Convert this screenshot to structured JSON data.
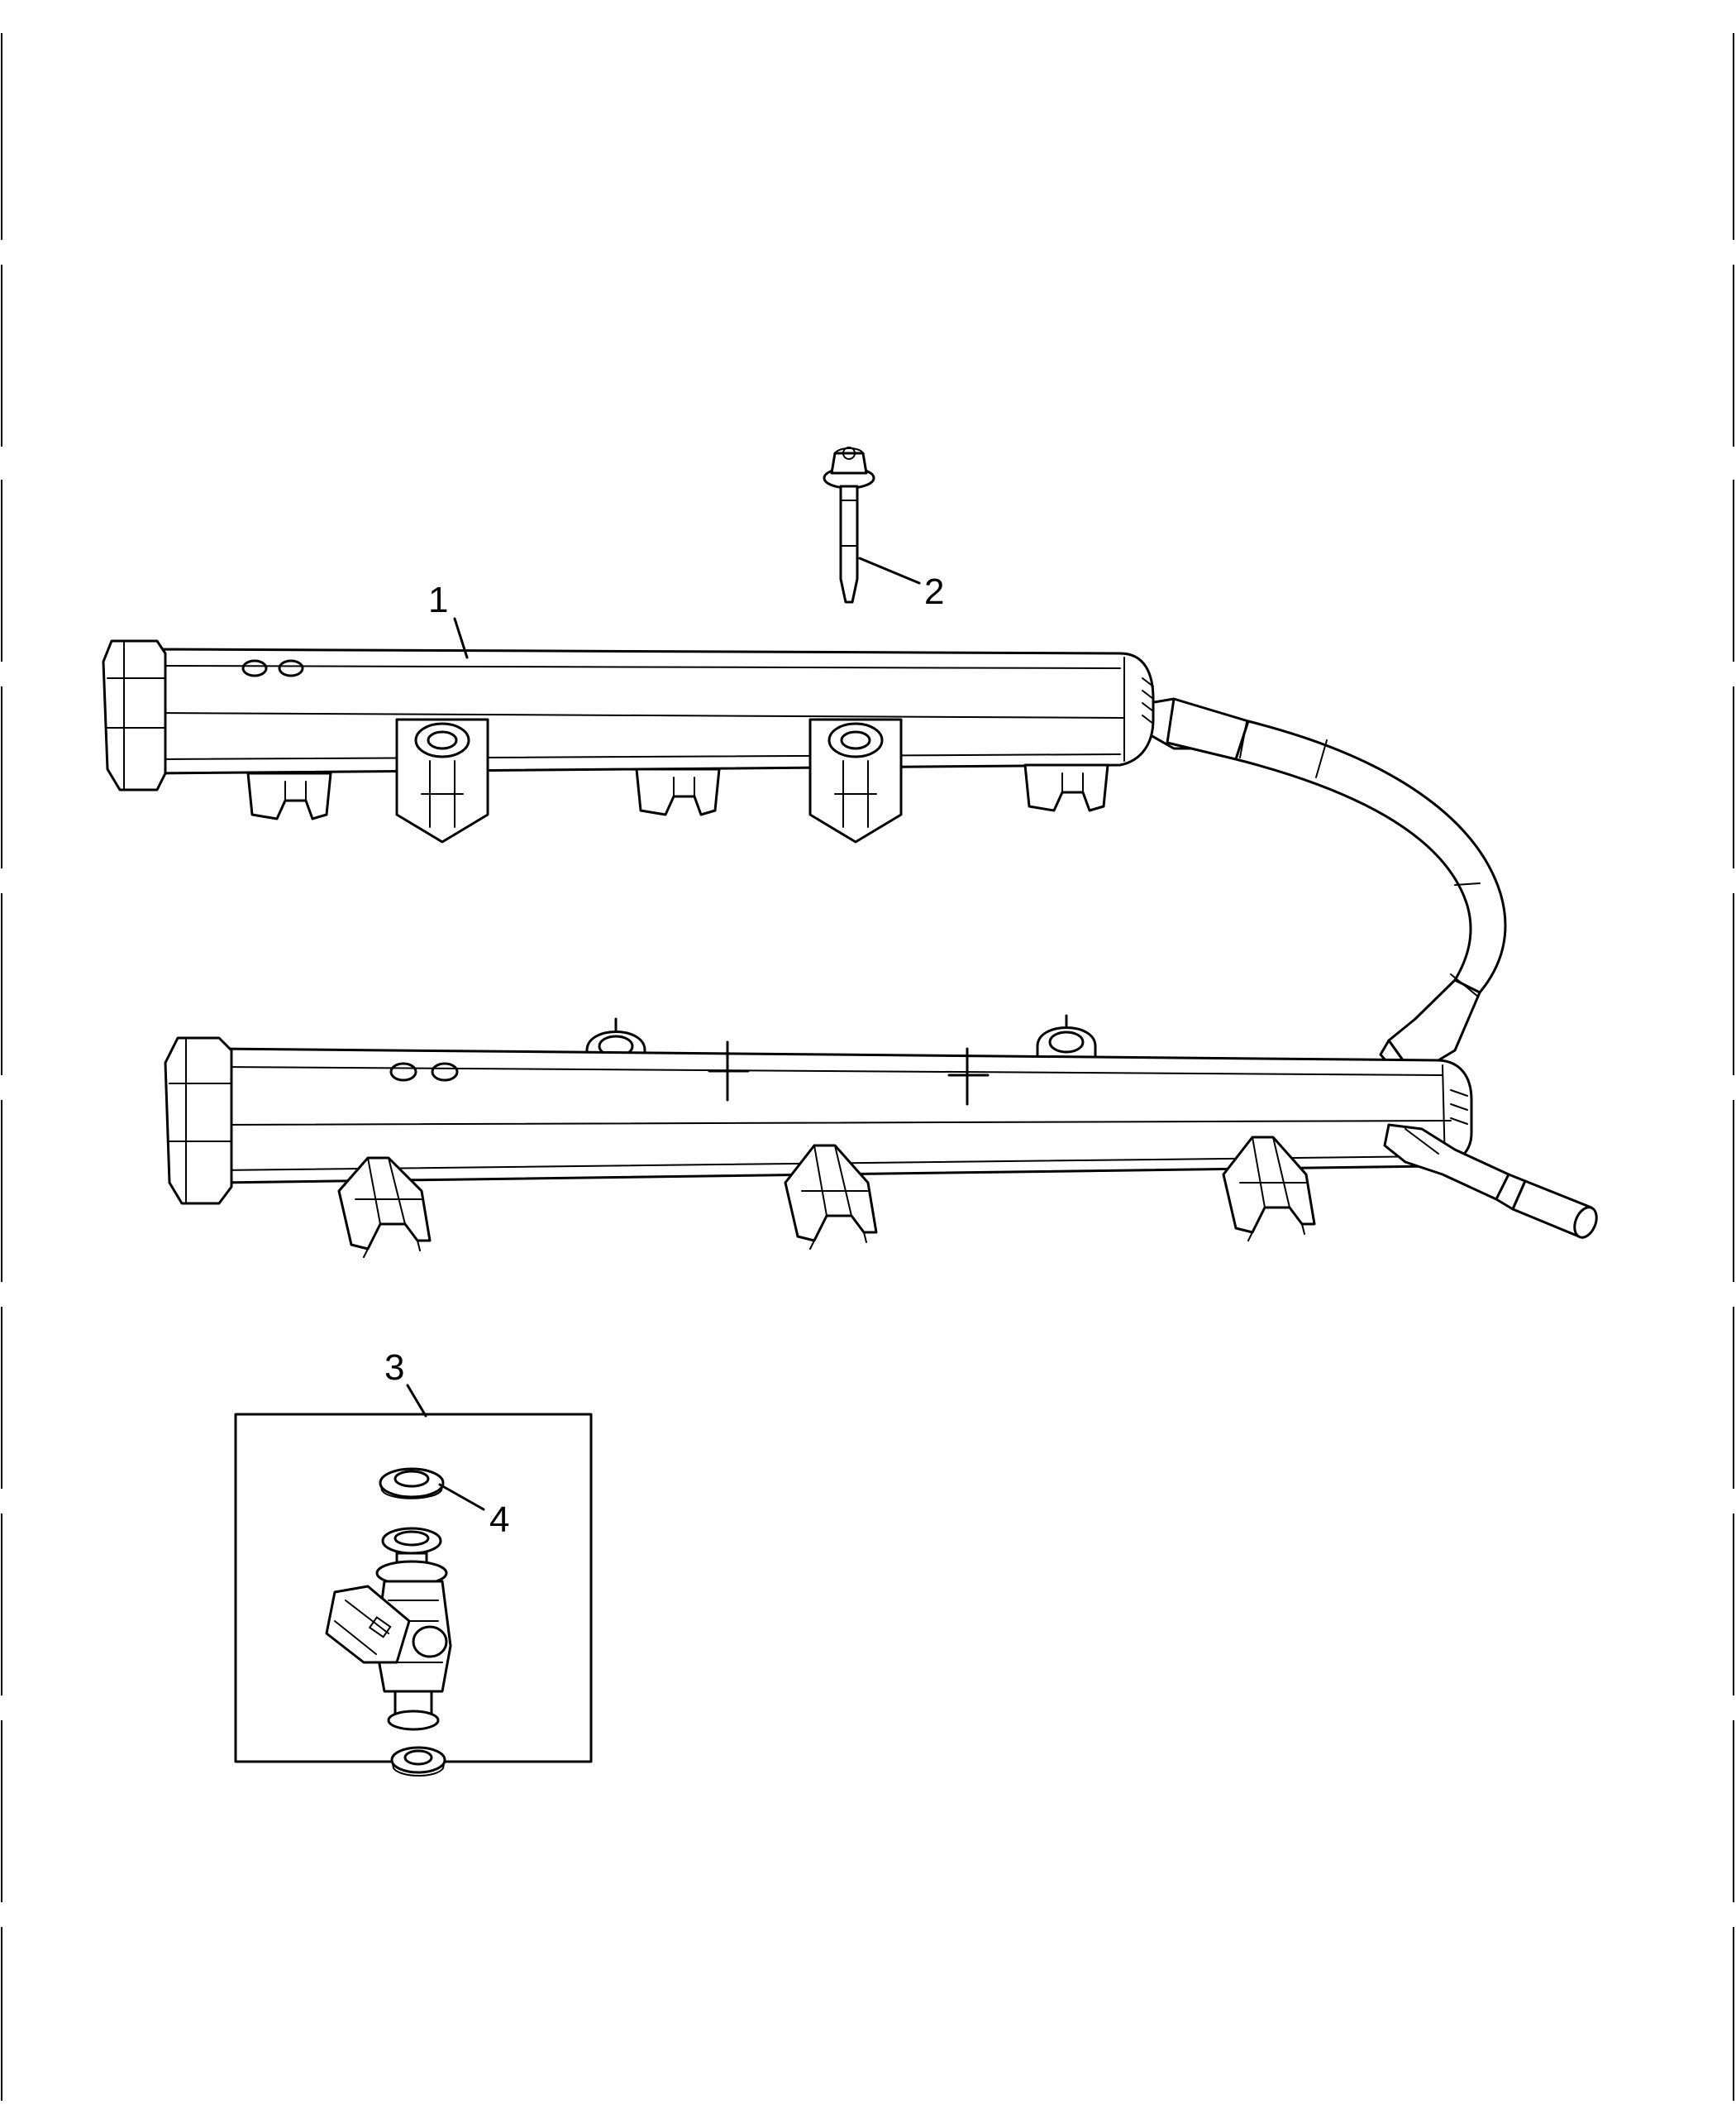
{
  "callouts": {
    "fuel_rail": "1",
    "bolt": "2",
    "injector_kit": "3",
    "o_ring": "4"
  }
}
